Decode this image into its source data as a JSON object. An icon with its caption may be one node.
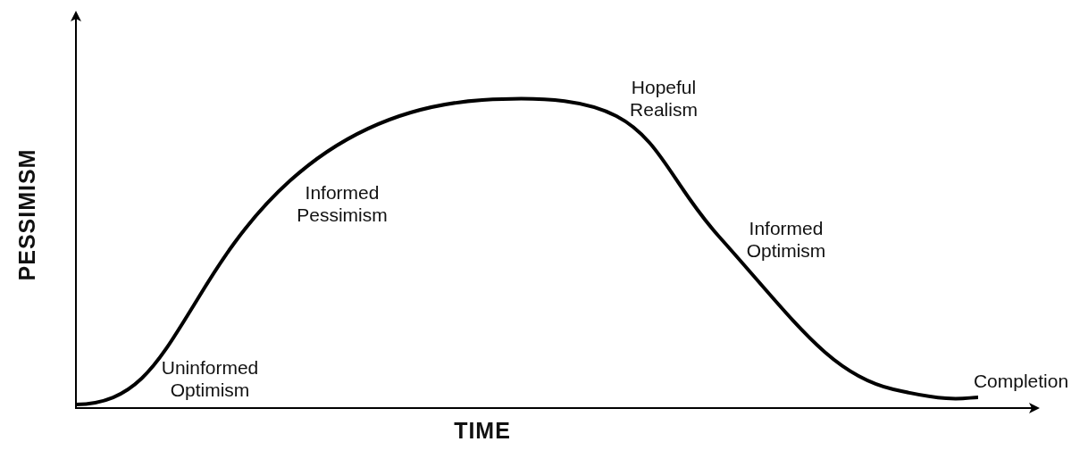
{
  "diagram": {
    "labels": [
      "Hopeful Realism",
      "Informed Pessimism",
      "Informed Optimism",
      "Uninformed Optimism",
      "Completion",
      "PESSIMISM",
      "TIME"
    ]
  }
}
